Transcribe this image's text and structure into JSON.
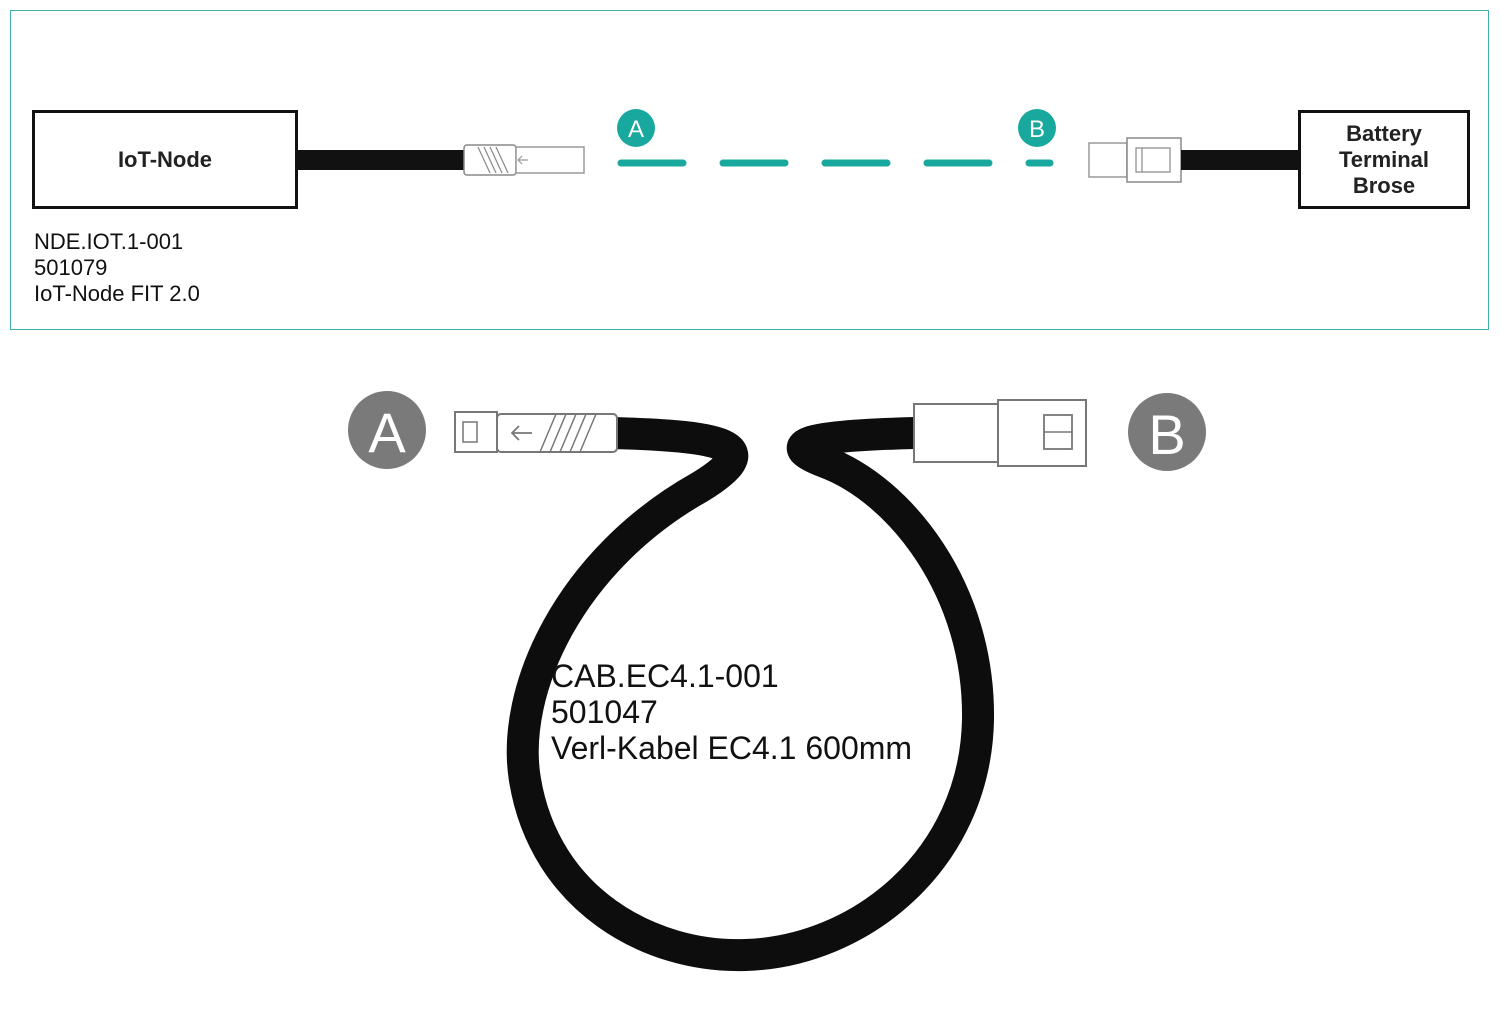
{
  "top_diagram": {
    "iot_node_box": {
      "label": "IoT-Node"
    },
    "iot_node_info": [
      "NDE.IOT.1-001",
      "501079",
      "IoT-Node FIT 2.0"
    ],
    "battery_box": {
      "lines": [
        "Battery",
        "Terminal",
        "Brose"
      ]
    },
    "marker_a": "A",
    "marker_b": "B"
  },
  "cable_diagram": {
    "marker_a": "A",
    "marker_b": "B",
    "cable_info": [
      "CAB.EC4.1-001",
      "501047",
      "Verl-Kabel EC4.1 600mm"
    ]
  },
  "colors": {
    "accent_teal": "#19a89d",
    "frame_border": "#3fb0ad",
    "marker_gray": "#7a7a7a",
    "cable_black": "#111111"
  }
}
